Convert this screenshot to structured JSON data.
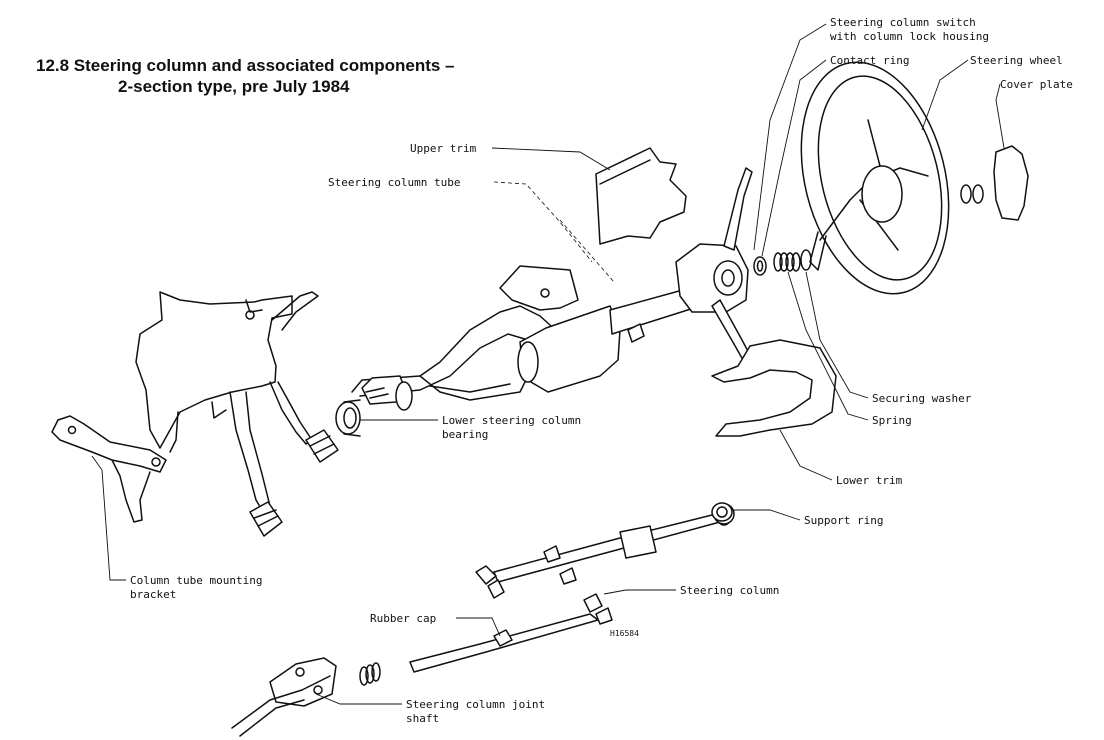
{
  "figure": {
    "title_line1": "12.8 Steering column and associated components –",
    "title_line2": "2-section type, pre July 1984",
    "reference_code": "H16584"
  },
  "labels": {
    "steering_column_switch_line1": "Steering column switch",
    "steering_column_switch_line2": "with column lock housing",
    "contact_ring": "Contact ring",
    "steering_wheel": "Steering wheel",
    "cover_plate": "Cover plate",
    "upper_trim": "Upper trim",
    "steering_column_tube": "Steering column tube",
    "securing_washer": "Securing washer",
    "spring": "Spring",
    "lower_bearing_line1": "Lower steering column",
    "lower_bearing_line2": "bearing",
    "lower_trim": "Lower trim",
    "support_ring": "Support ring",
    "mounting_bracket_line1": "Column tube mounting",
    "mounting_bracket_line2": "bracket",
    "steering_column": "Steering column",
    "rubber_cap": "Rubber cap",
    "joint_shaft_line1": "Steering column joint",
    "joint_shaft_line2": "shaft"
  }
}
